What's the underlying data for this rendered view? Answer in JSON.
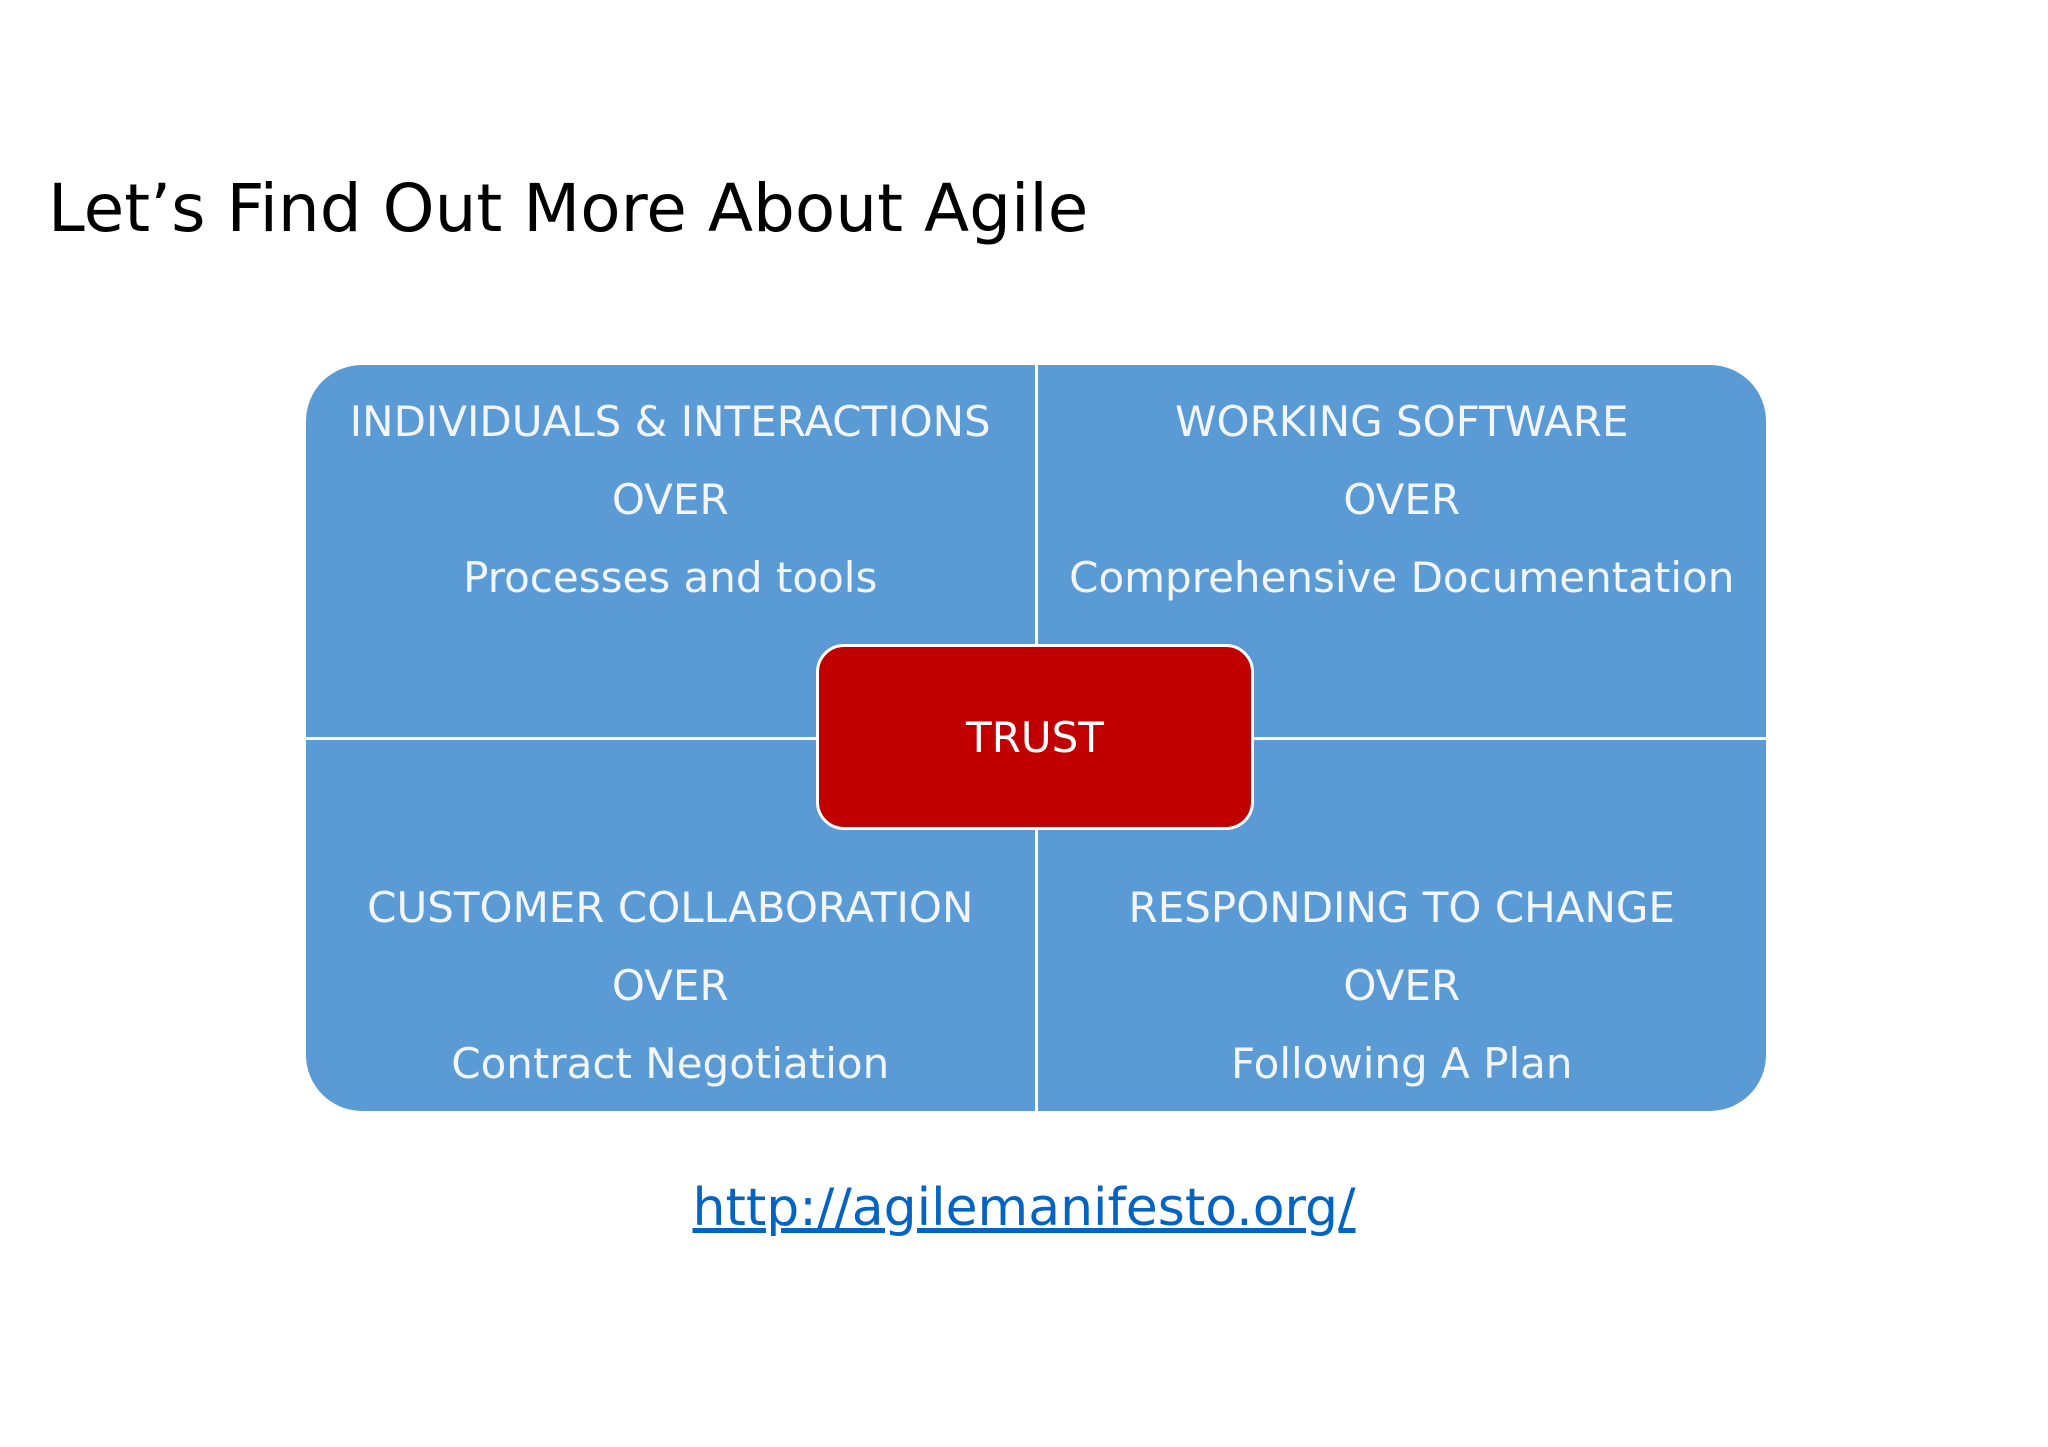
{
  "slide": {
    "title": "Let’s Find Out More About Agile",
    "link_text": "http://agilemanifesto.org/"
  },
  "quadrants": [
    {
      "value": "INDIVIDUALS & INTERACTIONS",
      "over": "OVER",
      "instead": "Processes and tools"
    },
    {
      "value": "WORKING SOFTWARE",
      "over": "OVER",
      "instead": "Comprehensive Documentation"
    },
    {
      "value": "CUSTOMER COLLABORATION",
      "over": "OVER",
      "instead": "Contract Negotiation"
    },
    {
      "value": "RESPONDING TO CHANGE",
      "over": "OVER",
      "instead": "Following A Plan"
    }
  ],
  "center": {
    "label": "TRUST"
  },
  "colors": {
    "quadrant_fill": "#5b9bd5",
    "center_fill": "#c00000",
    "link": "#0563c1"
  }
}
